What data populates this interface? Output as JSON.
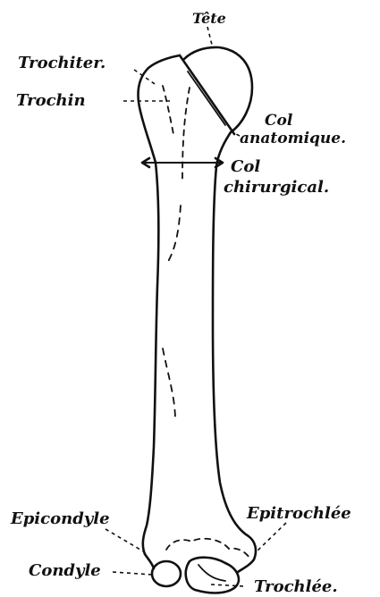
{
  "figure": {
    "labels": {
      "tete": "Tête",
      "trochiter": "Trochiter.",
      "trochin": "Trochin",
      "col_anatomique_1": "Col",
      "col_anatomique_2": "anatomique.",
      "col_chirurgical_1": "Col",
      "col_chirurgical_2": "chirurgical.",
      "epicondyle": "Epicondyle",
      "epitrochlee": "Epitrochlée",
      "condyle": "Condyle",
      "trochlee": "Trochlée."
    },
    "ink_color": "#111111",
    "background": "#ffffff"
  }
}
